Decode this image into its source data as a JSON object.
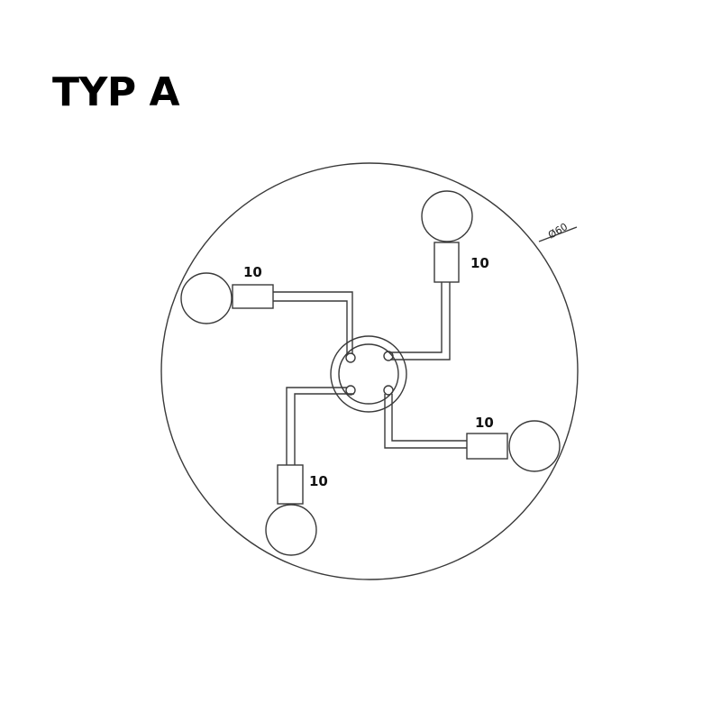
{
  "title": "TYP A",
  "diagram": {
    "diameter_label": "Ø60",
    "arm_length_labels": [
      "10",
      "10",
      "10",
      "10"
    ],
    "line_color": "#3a3a3a"
  }
}
